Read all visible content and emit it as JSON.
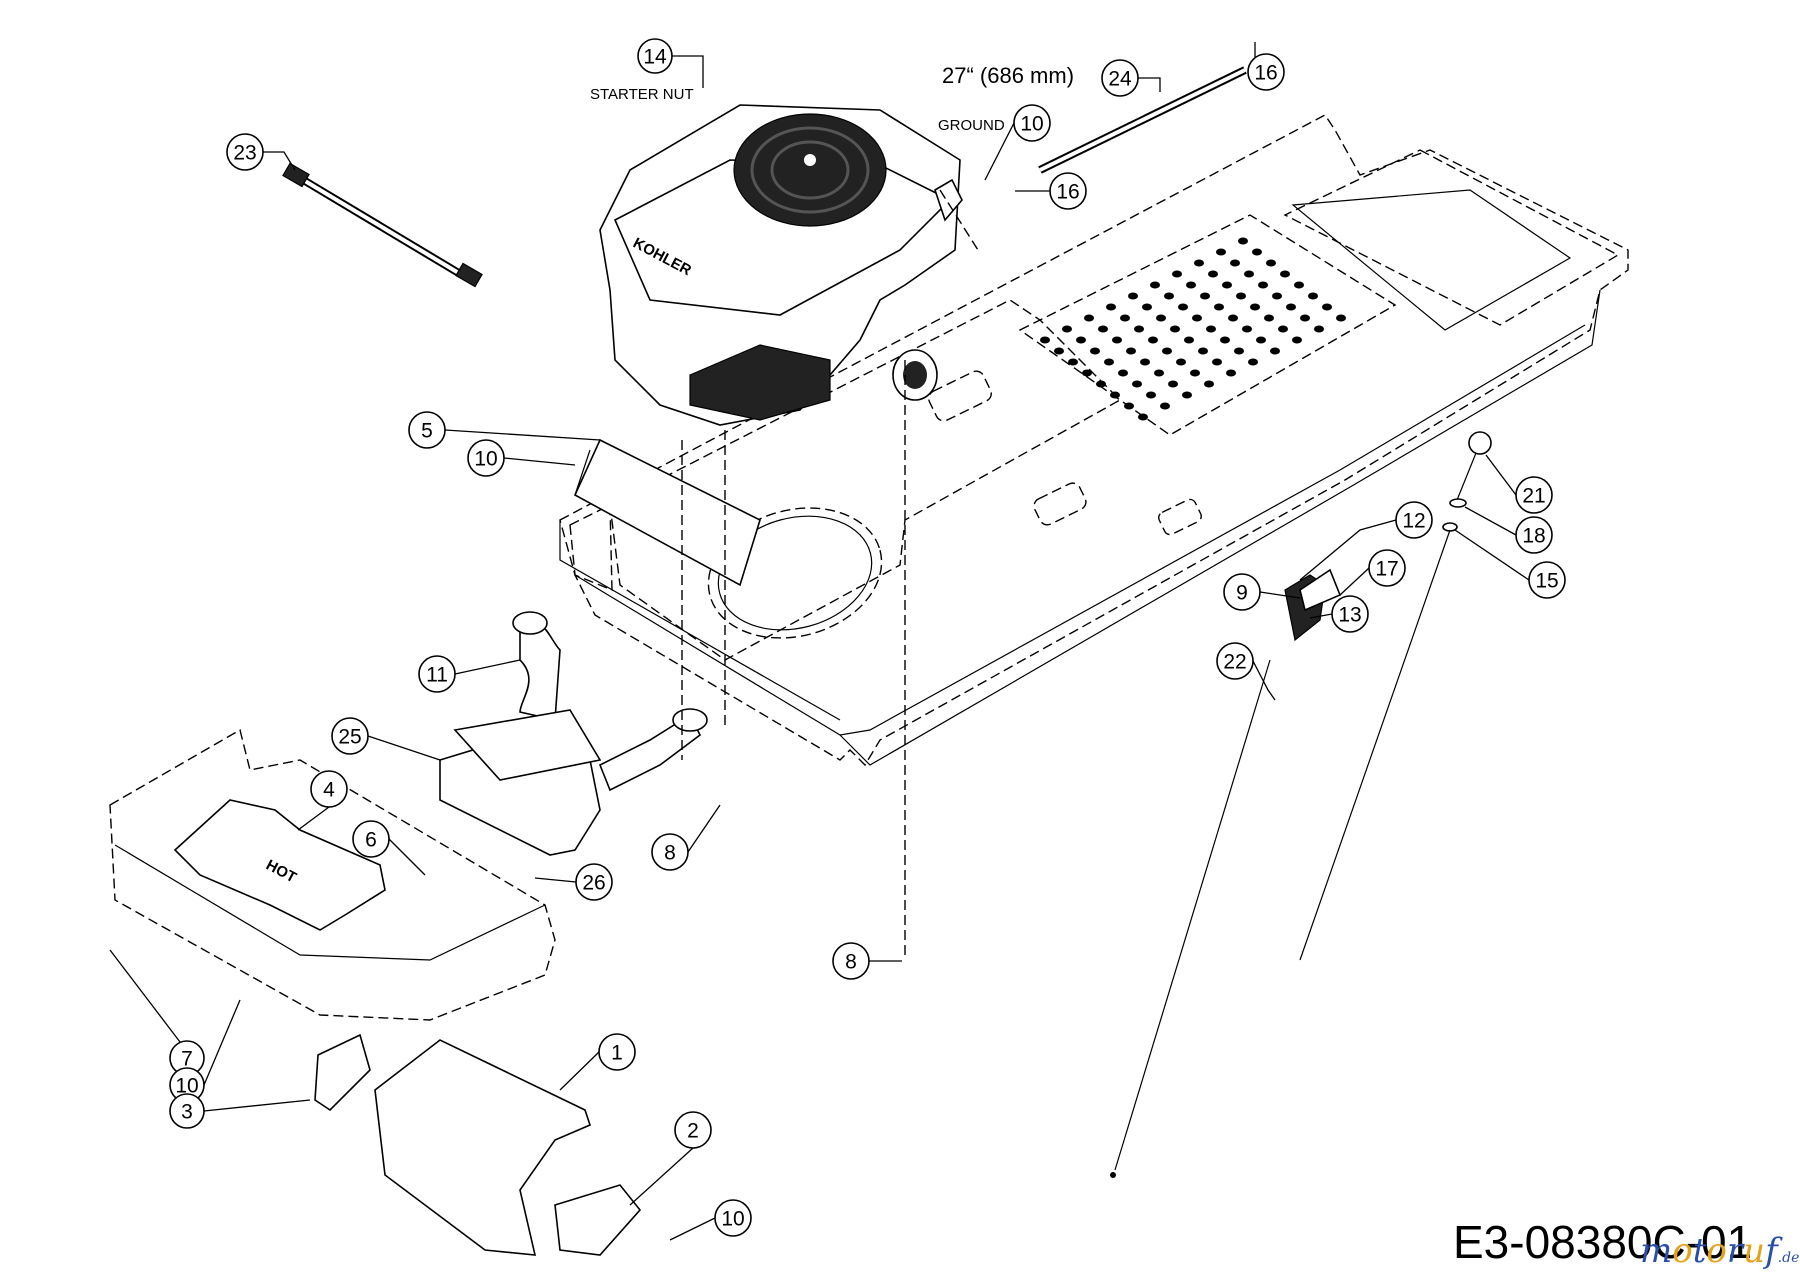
{
  "diagram": {
    "drawing_code": "E3-08380C-01",
    "watermark": {
      "text": "motoruf",
      "suffix": ".de",
      "colors": [
        "#2a4fa8",
        "#e4a21a"
      ]
    },
    "annotations": {
      "starter_nut": "STARTER NUT",
      "ground": "GROUND",
      "length": "27“ (686 mm)",
      "engine_brand": "KOHLER",
      "hot_label": "HOT"
    },
    "callouts": [
      {
        "id": "c14",
        "label": "14"
      },
      {
        "id": "c23",
        "label": "23"
      },
      {
        "id": "c24",
        "label": "24"
      },
      {
        "id": "c16a",
        "label": "16"
      },
      {
        "id": "c10a",
        "label": "10"
      },
      {
        "id": "c16b",
        "label": "16"
      },
      {
        "id": "c5",
        "label": "5"
      },
      {
        "id": "c10b",
        "label": "10"
      },
      {
        "id": "c21",
        "label": "21"
      },
      {
        "id": "c12",
        "label": "12"
      },
      {
        "id": "c18",
        "label": "18"
      },
      {
        "id": "c17",
        "label": "17"
      },
      {
        "id": "c9",
        "label": "9"
      },
      {
        "id": "c15",
        "label": "15"
      },
      {
        "id": "c13",
        "label": "13"
      },
      {
        "id": "c22",
        "label": "22"
      },
      {
        "id": "c11",
        "label": "11"
      },
      {
        "id": "c25",
        "label": "25"
      },
      {
        "id": "c4",
        "label": "4"
      },
      {
        "id": "c6",
        "label": "6"
      },
      {
        "id": "c8a",
        "label": "8"
      },
      {
        "id": "c26",
        "label": "26"
      },
      {
        "id": "c8b",
        "label": "8"
      },
      {
        "id": "c7",
        "label": "7"
      },
      {
        "id": "c10c",
        "label": "10"
      },
      {
        "id": "c1",
        "label": "1"
      },
      {
        "id": "c3",
        "label": "3"
      },
      {
        "id": "c2",
        "label": "2"
      },
      {
        "id": "c10d",
        "label": "10"
      }
    ]
  }
}
